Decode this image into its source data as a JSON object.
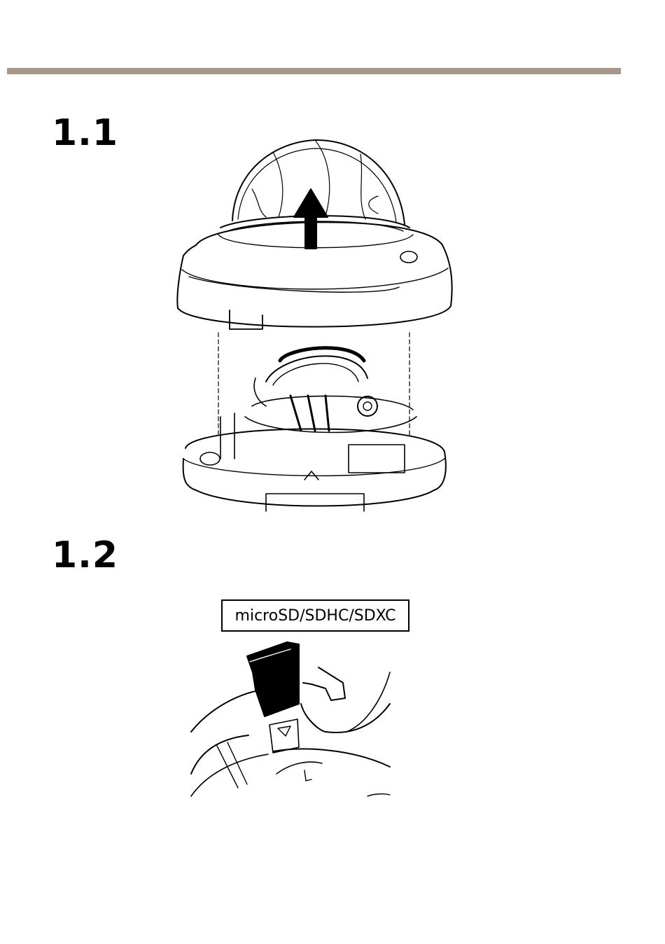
{
  "steps": [
    {
      "number": "1.1"
    },
    {
      "number": "1.2"
    }
  ],
  "card_label": "microSD/SDHC/SDXC",
  "colors": {
    "rule": "#a7958a",
    "ink": "#000000"
  },
  "icons": {
    "remove_dome": "arrow-up-icon",
    "insert_card": "microsd-card-icon"
  }
}
